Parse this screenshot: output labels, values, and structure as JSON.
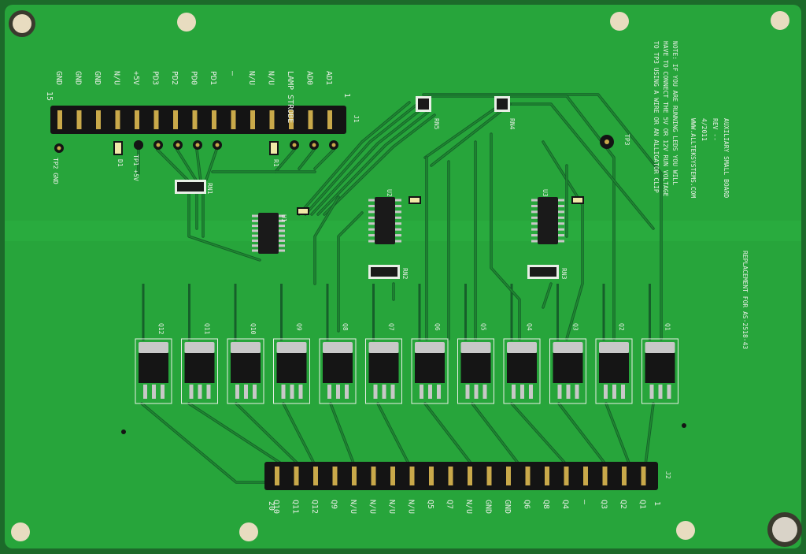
{
  "board": {
    "colors": {
      "pcb": "#27a53b",
      "pcb_dark": "#1c6a2a",
      "trace": "#1f8a31",
      "trace_edge": "#16602a",
      "silkscreen": "#e8efe6",
      "header_plastic": "#141414",
      "pin_gold": "#c9a94a",
      "mounting_hole": "#e8dcc0",
      "mosfet_body": "#151515",
      "mosfet_tab": "#c8c8c8",
      "led": "#f0e9a8"
    },
    "top_header": {
      "pin_labels": [
        "GND",
        "GND",
        "GND",
        "N/U",
        "+5V",
        "PD3",
        "PD2",
        "PD0",
        "PD1",
        "—",
        "N/U",
        "N/U",
        "LAMP STROBE",
        "AD0",
        "AD1"
      ],
      "end_label_left": "15",
      "end_label_right": "1",
      "ref": "J1"
    },
    "test_points": {
      "tp2": "TP2 GND",
      "tp1": "TP1 +5V",
      "tp3": "TP3",
      "d1": "D1",
      "r1": "R1"
    },
    "ics": {
      "u1": "U1",
      "u2": "U2",
      "u3": "U3",
      "rn1": "RN1",
      "rn2": "RN2",
      "rn3": "RN3",
      "rn4": "RN4",
      "rn5": "RN5"
    },
    "notes": [
      "NOTE: IF YOU ARE RUNNING LEDS YOU WILL",
      "HAVE TO CONNECT THE 5V OR 12V RUN VOLTAGE",
      "TO TP3 USING A WIRE OR AN ALLIGATOR CLIP"
    ],
    "title_block": [
      "AUXILIARY SMALL BOARD",
      "REV --",
      "4/2011",
      "WWW.ALLTEKSYSTEMS.COM"
    ],
    "replacement": "REPLACEMENT FOR AS-2518-43",
    "mosfets": {
      "labels": [
        "Q12",
        "Q11",
        "Q10",
        "Q9",
        "Q8",
        "Q7",
        "Q6",
        "Q5",
        "Q4",
        "Q3",
        "Q2",
        "Q1"
      ]
    },
    "bottom_header": {
      "pin_labels": [
        "Q10",
        "Q11",
        "Q12",
        "Q9",
        "N/U",
        "N/U",
        "N/U",
        "N/U",
        "Q5",
        "Q7",
        "N/U",
        "GND",
        "GND",
        "Q6",
        "Q8",
        "Q4",
        "—",
        "Q3",
        "Q2",
        "Q1"
      ],
      "end_label_left": "20",
      "end_label_right": "1",
      "ref": "J2"
    }
  }
}
